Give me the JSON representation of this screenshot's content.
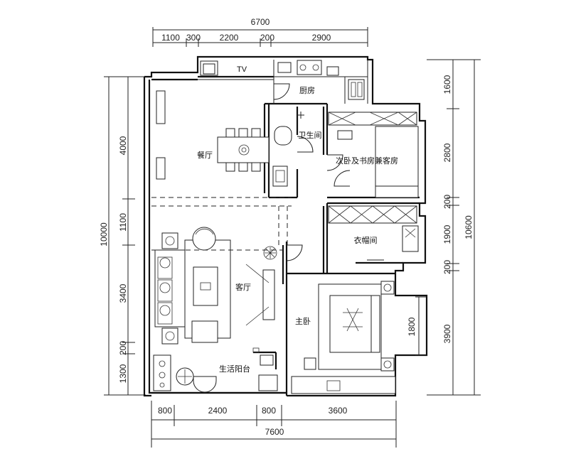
{
  "plan": {
    "dims": {
      "top_total": "6700",
      "top_segments": [
        "1100",
        "300",
        "2200",
        "200",
        "2900"
      ],
      "bottom_segments": [
        "800",
        "2400",
        "800",
        "3600"
      ],
      "bottom_total": "7600",
      "left_segments": [
        "4000",
        "1100",
        "3400",
        "200",
        "1300"
      ],
      "left_total": "10000",
      "right_segments": [
        "1600",
        "2800",
        "200",
        "1900",
        "200",
        "3900"
      ],
      "right_total": "10600",
      "bed_width": "1800"
    },
    "rooms": {
      "kitchen": "厨房",
      "bathroom": "卫生间",
      "dining": "餐厅",
      "study": "次卧及书房兼客房",
      "closet": "衣帽间",
      "living": "客厅",
      "master": "主卧",
      "balcony": "生活阳台"
    }
  }
}
